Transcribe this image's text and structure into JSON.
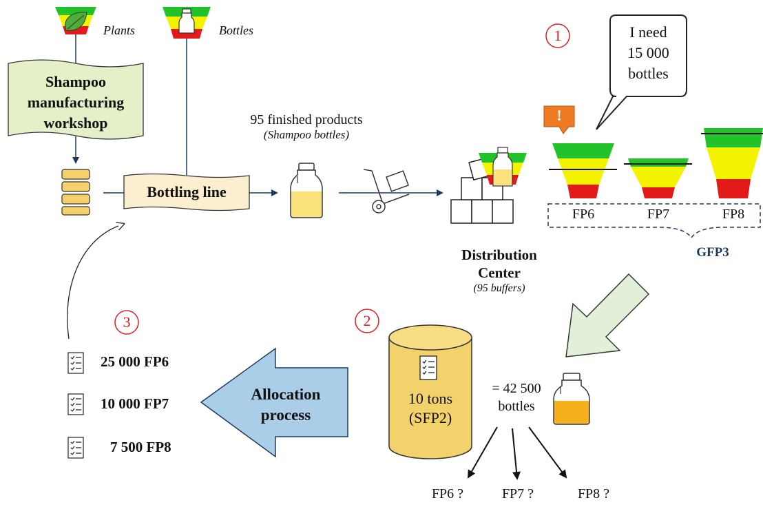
{
  "sources": {
    "plants_label": "Plants",
    "bottles_label": "Bottles"
  },
  "workshop": {
    "line1": "Shampoo",
    "line2": "manufacturing",
    "line3": "workshop"
  },
  "bottling": {
    "label": "Bottling line"
  },
  "finished_products": {
    "line1": "95 finished products",
    "line2": "(Shampoo bottles)"
  },
  "distribution_center": {
    "line1": "Distribution",
    "line2": "Center",
    "line3": "(95 buffers)"
  },
  "step_markers": {
    "one": "1",
    "two": "2",
    "three": "3"
  },
  "speech": {
    "line1": "I need",
    "line2": "15 000",
    "line3": "bottles"
  },
  "alert": {
    "symbol": "!"
  },
  "buffers": {
    "fp6": "FP6",
    "fp7": "FP7",
    "fp8": "FP8",
    "group": "GFP3"
  },
  "semi_finished": {
    "line1": "10 tons",
    "line2": "(SFP2)",
    "equals_line1": "= 42 500",
    "equals_line2": "bottles"
  },
  "questions": {
    "fp6": "FP6 ?",
    "fp7": "FP7 ?",
    "fp8": "FP8 ?"
  },
  "allocation": {
    "line1": "Allocation",
    "line2": "process"
  },
  "orders": [
    {
      "label": "25 000 FP6"
    },
    {
      "label": "10 000 FP7"
    },
    {
      "label": "7 500 FP8"
    }
  ],
  "colors": {
    "green": "#22c22a",
    "yellow": "#f3f300",
    "red": "#e31a1a",
    "navy": "#1f3a5f",
    "step_red": "#d62020",
    "workshop_fill": "#e3f0c8",
    "bottling_fill": "#fbefcf",
    "drum_fill": "#f4d26b",
    "alloc_arrow": "#aacde8",
    "dc_arrow": "#e2efd9",
    "alert_orange": "#f07a24"
  }
}
